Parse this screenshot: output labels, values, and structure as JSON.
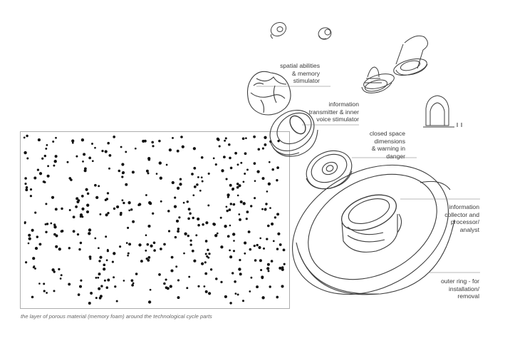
{
  "caption": "the layer of porous material (memory foam) around the technological cycle parts",
  "labels": [
    {
      "id": "spatial",
      "text": "spatial abilities\n& memory\nstimulator"
    },
    {
      "id": "transmitter",
      "text": "information\ntransmitter & inner\nvoice stimulator"
    },
    {
      "id": "closed",
      "text": "closed space\ndimensions\n& warning in\ndanger"
    },
    {
      "id": "collector",
      "text": "information\ncollector and\nprocessor/\nanalyst"
    },
    {
      "id": "outer",
      "text": "outer ring - for\ninstallation/\nremoval"
    }
  ]
}
